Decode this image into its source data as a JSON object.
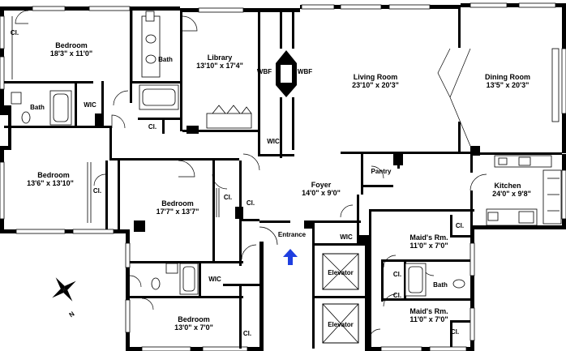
{
  "rooms": [
    {
      "name": "Bedroom",
      "dim": "18'3\" x 11'0\""
    },
    {
      "name": "Library",
      "dim": "13'10\" x 17'4\""
    },
    {
      "name": "Living Room",
      "dim": "23'10\" x 20'3\""
    },
    {
      "name": "Dining Room",
      "dim": "13'5\" x 20'3\""
    },
    {
      "name": "Bedroom",
      "dim": "13'6\" x 13'10\""
    },
    {
      "name": "Bedroom",
      "dim": "17'7\" x 13'7\""
    },
    {
      "name": "Foyer",
      "dim": "14'0\" x 9'0\""
    },
    {
      "name": "Kitchen",
      "dim": "24'0\" x 9'8\""
    },
    {
      "name": "Maid's Rm.",
      "dim": "11'0\" x 7'0\""
    },
    {
      "name": "Maid's Rm.",
      "dim": "11'0\" x 7'0\""
    },
    {
      "name": "Bedroom",
      "dim": "13'0\" x 7'0\""
    }
  ],
  "labels": {
    "cl": "Cl.",
    "bath": "Bath",
    "wic": "WIC",
    "wbf": "WBF",
    "pantry": "Pantry",
    "entrance": "Entrance",
    "elevator": "Elevator",
    "compass_n": "N"
  },
  "colors": {
    "walls": "#000000",
    "entrance_arrow": "#1f3fe0"
  },
  "icons": [
    "compass-rose-icon",
    "entrance-arrow-icon",
    "fireplace-icon"
  ]
}
